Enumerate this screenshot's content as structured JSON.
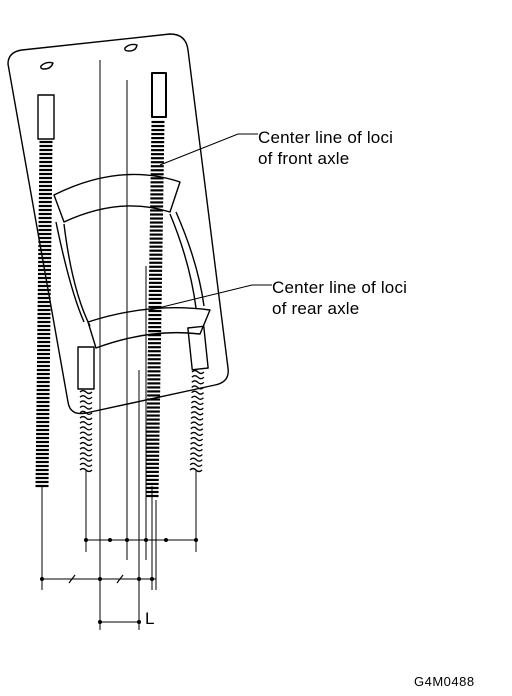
{
  "labels": {
    "front_line1": "Center line of loci",
    "front_line2": "of front axle",
    "rear_line1": "Center line of loci",
    "rear_line2": "of rear axle",
    "dimension": "L",
    "figure_code": "G4M0488"
  },
  "colors": {
    "ink": "#000000",
    "paper": "#ffffff"
  }
}
